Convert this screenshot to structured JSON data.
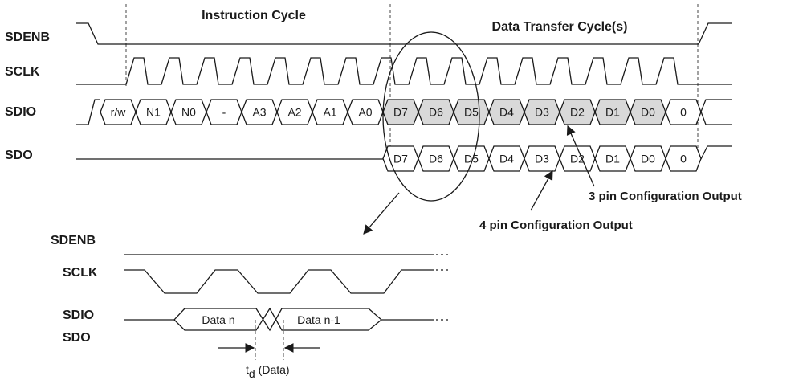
{
  "headers": {
    "instruction": "Instruction Cycle",
    "data_transfer": "Data Transfer Cycle(s)"
  },
  "signals": {
    "sdenb": "SDENB",
    "sclk": "SCLK",
    "sdio": "SDIO",
    "sdo": "SDO"
  },
  "sdio_cells": [
    "r/w",
    "N1",
    "N0",
    "-",
    "A3",
    "A2",
    "A1",
    "A0",
    "D7",
    "D6",
    "D5",
    "D4",
    "D3",
    "D2",
    "D1",
    "D0",
    "0"
  ],
  "sdio_shaded": [
    false,
    false,
    false,
    false,
    false,
    false,
    false,
    false,
    true,
    true,
    true,
    true,
    true,
    true,
    true,
    true,
    false
  ],
  "sdo_cells": [
    "D7",
    "D6",
    "D5",
    "D4",
    "D3",
    "D2",
    "D1",
    "D0",
    "0"
  ],
  "annotations": {
    "three_pin": "3 pin Configuration Output",
    "four_pin": "4 pin Configuration Output"
  },
  "detail": {
    "sdenb": "SDENB",
    "sclk": "SCLK",
    "sdio": "SDIO",
    "sdo": "SDO",
    "data_n": "Data n",
    "data_n1": "Data n-1",
    "td": "t",
    "td_sub": "d",
    "td_suffix": "(Data)"
  }
}
